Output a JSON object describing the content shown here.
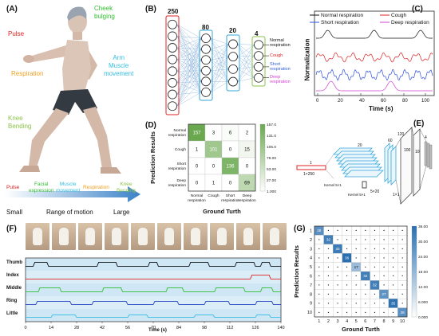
{
  "panels": {
    "A": "(A)",
    "B": "(B)",
    "C": "(C)",
    "D": "(D)",
    "E": "(E)",
    "F": "(F)",
    "G": "(G)"
  },
  "colors": {
    "red": "#e02020",
    "green": "#2fbf2f",
    "blue": "#2f7fd0",
    "orange": "#f0a020",
    "purple": "#d040d0",
    "lightgreen": "#8bc34a",
    "navy": "#1f3f9f",
    "cyan": "#33bde0"
  },
  "panelA": {
    "labels": {
      "pulse": "Pulse",
      "cheek": "Cheek\nbulging",
      "respiration": "Respiration",
      "arm": "Arm\nMuscle\nmovement",
      "knee": "Knee\nBending"
    },
    "bar_items": [
      "Pulse",
      "Facial\nexpression",
      "Muscle\nmovement",
      "Respiration",
      "Knee\nBending"
    ],
    "scale": {
      "small": "Small",
      "range": "Range of motion",
      "large": "Large"
    }
  },
  "panelB": {
    "layers": [
      "250",
      "80",
      "20",
      "4"
    ],
    "outputs": [
      "Normal\nrespiration",
      "Cough",
      "Short\nrespiration",
      "Deep\nrespiration"
    ]
  },
  "panelC": {
    "legend": [
      "Normal respiration",
      "Cough",
      "Short respiration",
      "Deep respiration"
    ],
    "ylabel": "Normalization",
    "xlabel": "Time (s)",
    "xticks": [
      "0",
      "20",
      "40",
      "60",
      "80",
      "100"
    ]
  },
  "panelE": {
    "labels": [
      "1",
      "1×250",
      "20",
      "120",
      "5×20",
      "Kernel 5×1",
      "Kernel 5×1",
      "1×1",
      "100",
      "60",
      "10",
      "4"
    ]
  },
  "panelF": {
    "fingers": [
      "Thumb",
      "Index",
      "Middle",
      "Ring",
      "Little"
    ],
    "xlabel": "Time (s)",
    "xticks": [
      "0",
      "14",
      "28",
      "42",
      "56",
      "70",
      "84",
      "98",
      "112",
      "126",
      "140"
    ]
  },
  "chart_data": [
    {
      "type": "heatmap",
      "xlabel": "Ground Turth",
      "ylabel": "Prediction Results",
      "categories": [
        "Normal\nrespiration",
        "Cough",
        "Short\nrespiration",
        "Deep\nrespiration"
      ],
      "matrix": [
        [
          157,
          3,
          6,
          2
        ],
        [
          1,
          101,
          0,
          15
        ],
        [
          0,
          0,
          136,
          0
        ],
        [
          0,
          1,
          0,
          69
        ]
      ],
      "colorbar_ticks": [
        "157.0",
        "131.0",
        "105.0",
        "79.00",
        "53.00",
        "27.00",
        "1.000"
      ],
      "range": [
        1,
        157
      ]
    },
    {
      "type": "heatmap",
      "xlabel": "Ground Turth",
      "ylabel": "Prediction Results",
      "categories": [
        "1",
        "2",
        "3",
        "4",
        "5",
        "6",
        "7",
        "8",
        "9",
        "10"
      ],
      "diagonal": [
        "28",
        "32",
        "33",
        "36",
        "17",
        "32",
        "32",
        "27",
        "35",
        "28"
      ],
      "off_diagonal": "0",
      "colorbar_ticks": [
        "36.00",
        "30.00",
        "24.00",
        "18.00",
        "12.00",
        "6.000",
        "0.000"
      ],
      "range": [
        0,
        36
      ]
    }
  ]
}
